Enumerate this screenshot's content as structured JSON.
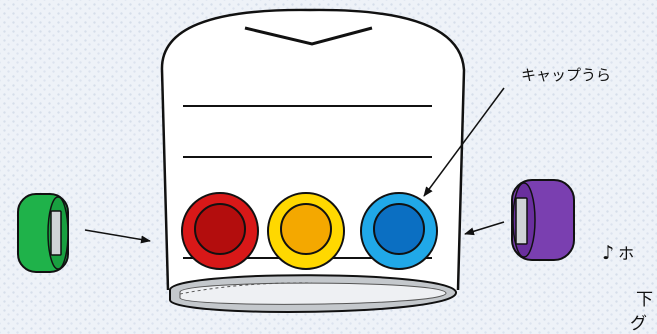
{
  "callout_label": "キャップうら",
  "note": {
    "icon": "music-note-icon",
    "glyph": "♪",
    "text": "ホ"
  },
  "cut_text": [
    "下",
    "グ"
  ],
  "colors": {
    "cap_green": "#1fb24a",
    "cap_purple": "#7a3fb0",
    "ball_red": "#d81818",
    "ball_yellow": "#ffd800",
    "ball_blue": "#20a8e8",
    "ring_gray": "#c4c8cc",
    "outline": "#111111"
  }
}
